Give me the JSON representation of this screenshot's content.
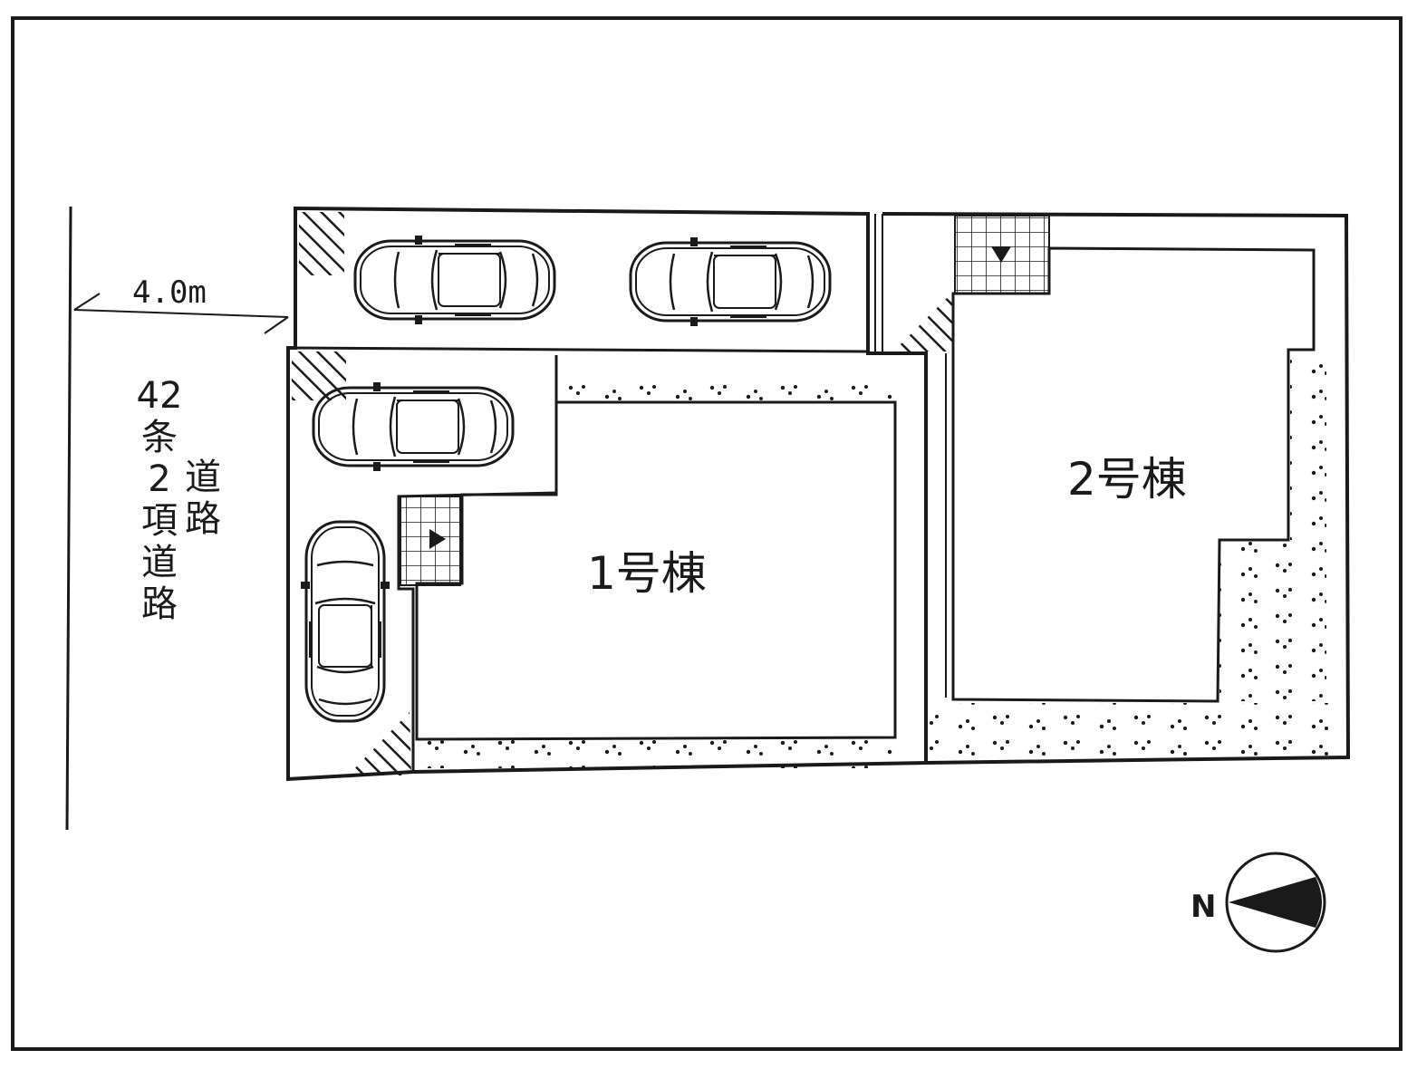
{
  "road": {
    "width_label": "4.0m",
    "type_label_col1": [
      "42",
      "条",
      "2",
      "項",
      "道",
      "路"
    ],
    "type_label_col2": [
      "道",
      "路"
    ]
  },
  "buildings": [
    {
      "id": "building-1",
      "label": "1号棟"
    },
    {
      "id": "building-2",
      "label": "2号棟"
    }
  ],
  "parking": {
    "car_count": 4
  },
  "compass": {
    "north_label": "N"
  },
  "colors": {
    "ink": "#1a1a1a",
    "paper": "#ffffff"
  }
}
